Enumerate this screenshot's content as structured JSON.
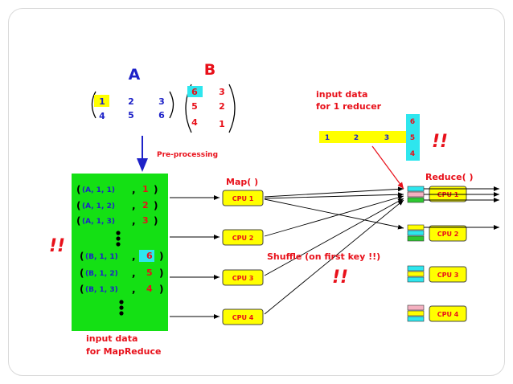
{
  "matrix_a": {
    "title": "A",
    "rows": [
      [
        "1",
        "2",
        "3"
      ],
      [
        "4",
        "5",
        "6"
      ]
    ]
  },
  "matrix_b": {
    "title": "B",
    "rows": [
      [
        "6",
        "3"
      ],
      [
        "5",
        "2"
      ],
      [
        "4",
        "1"
      ]
    ]
  },
  "preprocessing_label": "Pre-processing",
  "map_input": {
    "tuples": [
      {
        "key": "(A, 1, 1)",
        "value": "1"
      },
      {
        "key": "(A, 1, 2)",
        "value": "2"
      },
      {
        "key": "(A, 1, 3)",
        "value": "3"
      },
      {
        "key": "(B, 1, 1)",
        "value": "6"
      },
      {
        "key": "(B, 1, 2)",
        "value": "5"
      },
      {
        "key": "(B, 1, 3)",
        "value": "4"
      }
    ],
    "caption_line1": "input   data",
    "caption_line2": "for MapReduce"
  },
  "map_label": "Map( )",
  "reduce_label": "Reduce( )",
  "shuffle_label": "Shuffle (on first key !!)",
  "mappers": [
    "CPU 1",
    "CPU 2",
    "CPU 3",
    "CPU 4"
  ],
  "reducers": [
    "CPU 1",
    "CPU 2",
    "CPU 3",
    "CPU 4"
  ],
  "reducer_input": {
    "caption_line1": "input data",
    "caption_line2": "for 1 reducer",
    "row": [
      "1",
      "2",
      "3"
    ],
    "column": [
      "6",
      "5",
      "4"
    ]
  },
  "emphasis": "!!",
  "colors": {
    "blue_text": "#1e22c8",
    "red_text": "#e8101a",
    "green_panel": "#14e014",
    "yellow": "#ffff00",
    "cyan": "#2ee6ee",
    "pink": "#f4b0c0",
    "green_block": "#2ec832"
  }
}
